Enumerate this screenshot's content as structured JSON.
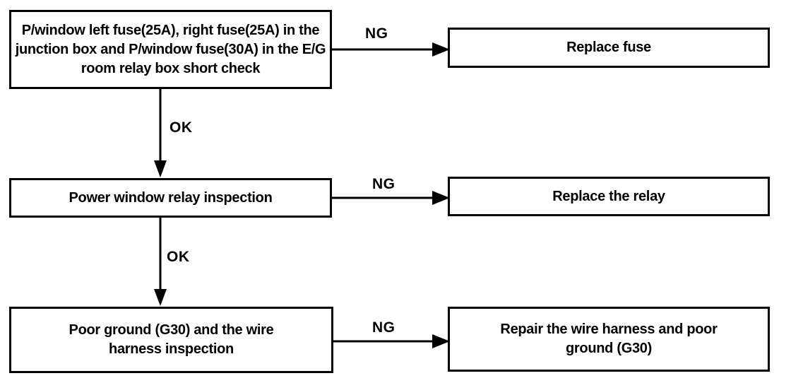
{
  "diagram": {
    "type": "flowchart",
    "colors": {
      "ink": "#000000",
      "background": "#ffffff"
    },
    "nodes": {
      "fuse_check": {
        "label": "P/window left fuse(25A), right fuse(25A) in the junction box and P/window fuse(30A) in the E/G room relay box short check"
      },
      "replace_fuse": {
        "label": "Replace fuse"
      },
      "relay_inspection": {
        "label": "Power window relay inspection"
      },
      "replace_relay": {
        "label": "Replace the relay"
      },
      "ground_harness_inspection": {
        "label": "Poor ground (G30) and the wire harness inspection"
      },
      "repair_harness": {
        "label": "Repair the wire harness and poor ground (G30)"
      }
    },
    "edges": {
      "fuse_check_ng": {
        "label": "NG",
        "from": "fuse_check",
        "to": "replace_fuse"
      },
      "fuse_check_ok": {
        "label": "OK",
        "from": "fuse_check",
        "to": "relay_inspection"
      },
      "relay_ng": {
        "label": "NG",
        "from": "relay_inspection",
        "to": "replace_relay"
      },
      "relay_ok": {
        "label": "OK",
        "from": "relay_inspection",
        "to": "ground_harness_inspection"
      },
      "ground_ng": {
        "label": "NG",
        "from": "ground_harness_inspection",
        "to": "repair_harness"
      }
    }
  }
}
